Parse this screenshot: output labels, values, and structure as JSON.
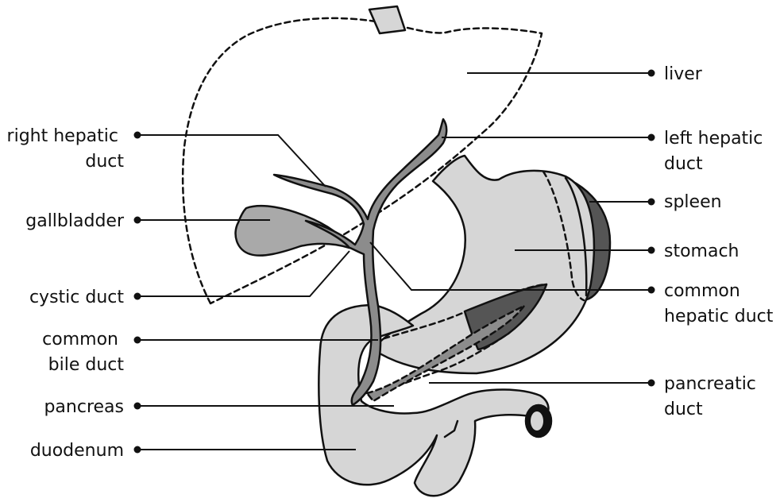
{
  "colors": {
    "organ_fill": "#d6d6d6",
    "gallbladder_fill": "#a9a9a9",
    "duct_fill": "#8c8c8c",
    "spleen_fill": "#555555",
    "outline": "#111111",
    "background": "#ffffff"
  },
  "labels": {
    "liver": "liver",
    "left_hepatic_duct": [
      "left hepatic",
      "duct"
    ],
    "spleen": "spleen",
    "stomach": "stomach",
    "common_hepatic_duct": [
      "common",
      "hepatic duct"
    ],
    "pancreatic_duct": [
      "pancreatic",
      "duct"
    ],
    "right_hepatic_duct": [
      "right hepatic",
      "duct"
    ],
    "gallbladder": "gallbladder",
    "cystic_duct": "cystic duct",
    "common_bile_duct": [
      "common",
      "bile duct"
    ],
    "pancreas": "pancreas",
    "duodenum": "duodenum"
  }
}
